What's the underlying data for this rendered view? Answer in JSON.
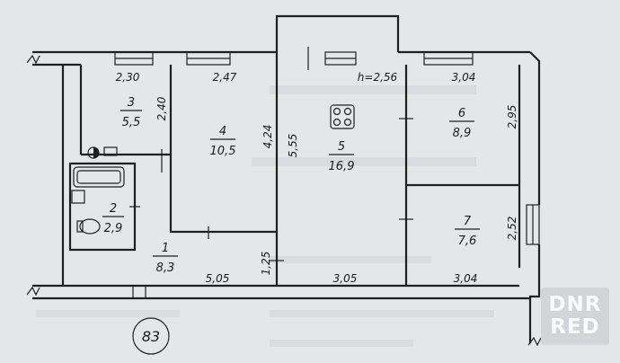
{
  "plan": {
    "apartment_number": "83",
    "ceiling_height": "h=2,56",
    "rooms": [
      {
        "number": "1",
        "area": "8,3"
      },
      {
        "number": "2",
        "area": "2,9"
      },
      {
        "number": "3",
        "area": "5,5"
      },
      {
        "number": "4",
        "area": "10,5"
      },
      {
        "number": "5",
        "area": "16,9"
      },
      {
        "number": "6",
        "area": "8,9"
      },
      {
        "number": "7",
        "area": "7,6"
      }
    ],
    "dimensions": {
      "top_room3": "2,30",
      "top_room4": "2,47",
      "top_room6": "3,04",
      "v_room3": "2,40",
      "v_room4": "4,24",
      "v_room5": "5,55",
      "v_room6": "2,95",
      "v_room7": "2,52",
      "v_corridor": "1,25",
      "bottom_left": "5,05",
      "bottom_mid": "3,05",
      "bottom_right": "3,04"
    }
  },
  "watermark": {
    "line1": "DNR",
    "line2": "RED"
  }
}
